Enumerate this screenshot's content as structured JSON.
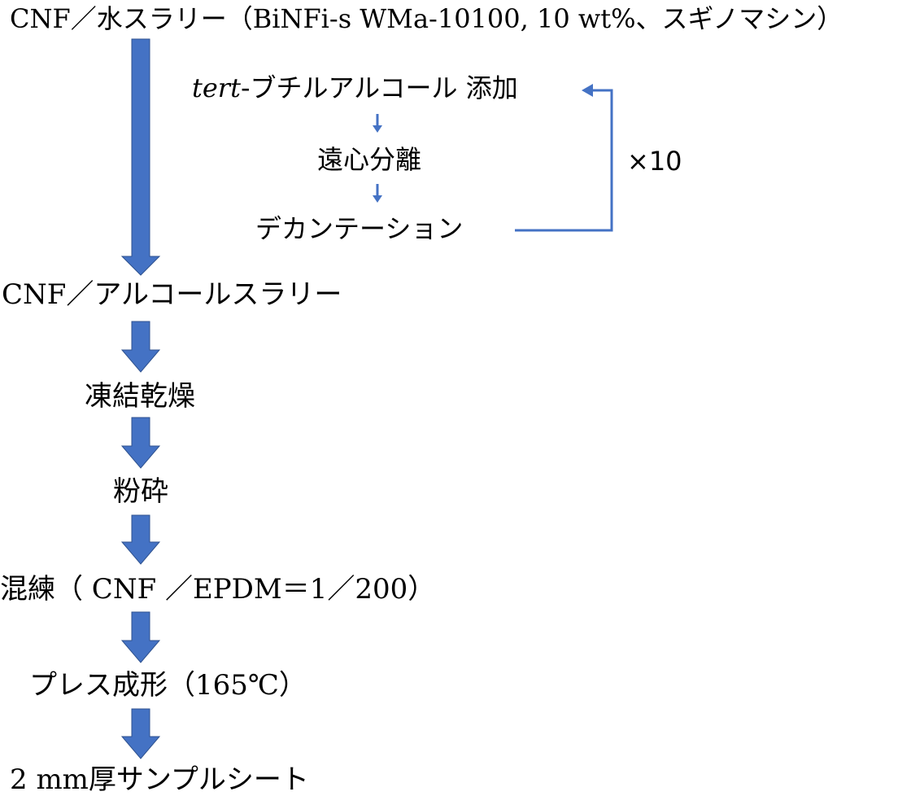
{
  "steps": {
    "water_slurry": "CNF／水スラリー（BiNFi-s WMa-10100, 10 wt%、スギノマシン）",
    "alcohol_slurry": "CNF／アルコールスラリー",
    "freeze_dry": "凍結乾燥",
    "grind": "粉砕",
    "knead": "混練（ CNF ／EPDM＝1／200）",
    "press": "プレス成形（165℃）",
    "sheet": "2 mm厚サンプルシート"
  },
  "loop": {
    "add_prefix": "tert",
    "add_suffix": "-ブチルアルコール 添加",
    "centrifuge": "遠心分離",
    "decant": "デカンテーション",
    "repeat": "×10"
  },
  "colors": {
    "arrow": "#4472C4",
    "arrow_outline": "#2F528F",
    "text": "#000000"
  }
}
